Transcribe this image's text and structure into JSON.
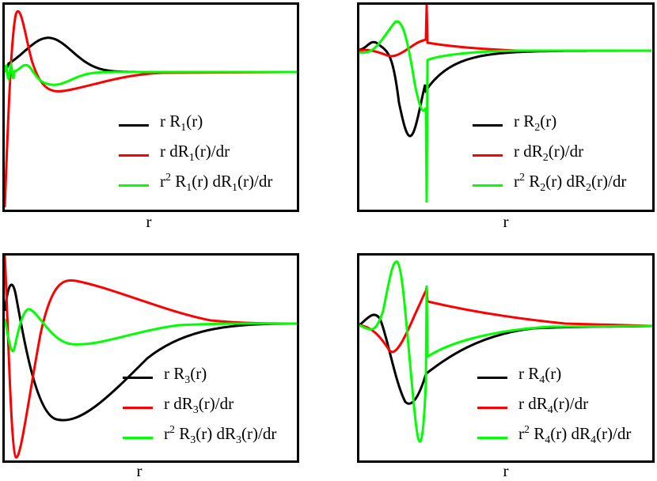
{
  "chart_data": [
    {
      "type": "line",
      "xlabel": "r",
      "ylabel": "",
      "grid": false,
      "legend_position": "bottom-right",
      "series": [
        {
          "label_parts": [
            "r R",
            "1",
            "(r)"
          ],
          "color": "#000000"
        },
        {
          "label_parts": [
            "r dR",
            "1",
            "(r)/dr"
          ],
          "color": "#ff0000"
        },
        {
          "label_parts": [
            "r",
            "2",
            " R",
            "1",
            "(r) dR",
            "1",
            "(r)/dr"
          ],
          "color": "#00ff00"
        }
      ]
    },
    {
      "type": "line",
      "xlabel": "r",
      "ylabel": "",
      "grid": false,
      "legend_position": "bottom-right",
      "series": [
        {
          "label_parts": [
            "r R",
            "2",
            "(r)"
          ],
          "color": "#000000"
        },
        {
          "label_parts": [
            "r dR",
            "2",
            "(r)/dr"
          ],
          "color": "#ff0000"
        },
        {
          "label_parts": [
            "r",
            "2",
            " R",
            "2",
            "(r) dR",
            "2",
            "(r)/dr"
          ],
          "color": "#00ff00"
        }
      ]
    },
    {
      "type": "line",
      "xlabel": "r",
      "ylabel": "",
      "grid": false,
      "legend_position": "bottom-right",
      "series": [
        {
          "label_parts": [
            "r R",
            "3",
            "(r)"
          ],
          "color": "#000000"
        },
        {
          "label_parts": [
            "r dR",
            "3",
            "(r)/dr"
          ],
          "color": "#ff0000"
        },
        {
          "label_parts": [
            "r",
            "2",
            " R",
            "3",
            "(r) dR",
            "3",
            "(r)/dr"
          ],
          "color": "#00ff00"
        }
      ]
    },
    {
      "type": "line",
      "xlabel": "r",
      "ylabel": "",
      "grid": false,
      "legend_position": "bottom-right",
      "series": [
        {
          "label_parts": [
            "r R",
            "4",
            "(r)"
          ],
          "color": "#000000"
        },
        {
          "label_parts": [
            "r dR",
            "4",
            "(r)/dr"
          ],
          "color": "#ff0000"
        },
        {
          "label_parts": [
            "r",
            "2",
            " R",
            "4",
            "(r) dR",
            "4",
            "(r)/dr"
          ],
          "color": "#00ff00"
        }
      ]
    }
  ]
}
